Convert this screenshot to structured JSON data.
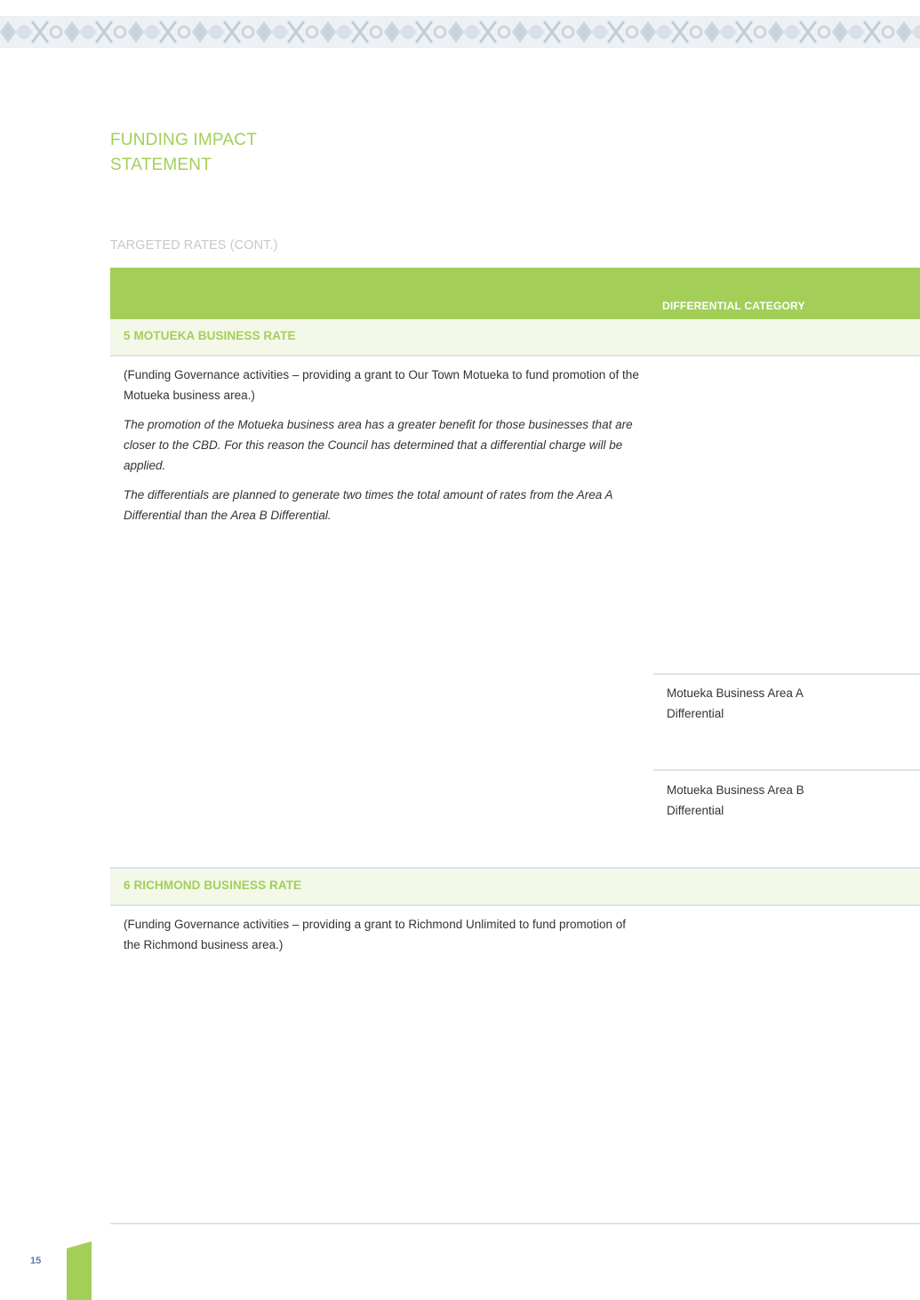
{
  "document": {
    "title_line1": "FUNDING IMPACT",
    "title_line2": "STATEMENT",
    "subtitle": "TARGETED RATES (CONT.)",
    "page_number": "15",
    "colors": {
      "accent_green": "#a3cf59",
      "band_light": "#f3f8e9",
      "rule_grey": "#dde3e8",
      "page_number_blue": "#5a7fa8"
    }
  },
  "table": {
    "column_header": "DIFFERENTIAL CATEGORY",
    "sections": [
      {
        "title": "5 MOTUEKA BUSINESS RATE",
        "paragraphs": [
          "(Funding Governance activities – providing a grant to Our Town Motueka to fund promotion of the Motueka business area.)",
          "The promotion of the Motueka business area has a greater benefit for those businesses that are closer to the CBD. For this reason the Council has determined that a differential charge will be applied.",
          "The differentials are planned to generate two times the total amount of rates from the Area A Differential than the Area B Differential."
        ],
        "differentials": [
          "Motueka Business Area A Differential",
          "Motueka Business Area B Differential"
        ]
      },
      {
        "title": "6 RICHMOND BUSINESS RATE",
        "paragraphs": [
          "(Funding Governance activities – providing a grant to Richmond Unlimited to fund promotion of the Richmond business area.)"
        ]
      }
    ]
  }
}
